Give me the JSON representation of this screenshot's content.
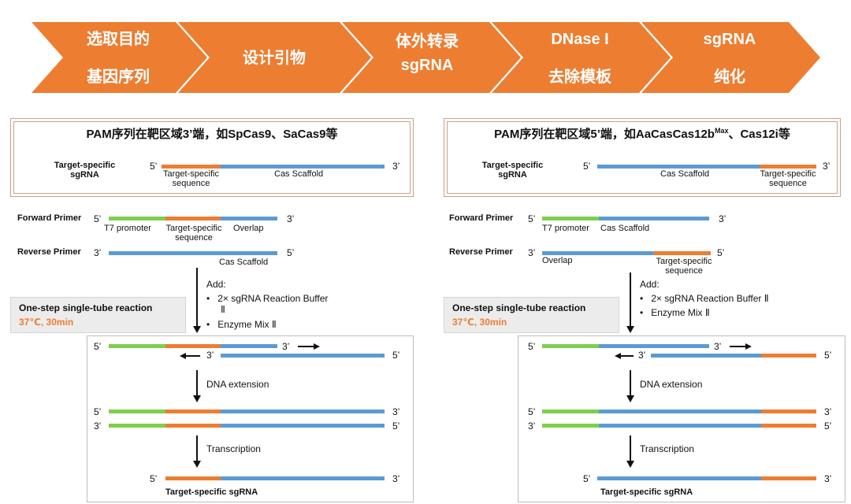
{
  "steps": [
    {
      "line1": "选取目的",
      "line2": "基因序列"
    },
    {
      "line1": "设计引物",
      "line2": ""
    },
    {
      "line1": "体外转录",
      "line2": "sgRNA"
    },
    {
      "line1": "DNase I",
      "line2": "去除模板"
    },
    {
      "line1": "sgRNA",
      "line2": "纯化"
    }
  ],
  "colors": {
    "chevron": "#ed7d31",
    "t7": "#7fcf4e",
    "target": "#ed7d31",
    "scaffold": "#5b9bd5"
  },
  "left": {
    "title": "PAM序列在靶区域3’端，如SpCas9、SaCas9等",
    "sg_label1": "Target-specific",
    "sg_label2": "sgRNA",
    "p5": "5’",
    "p3": "3’",
    "seg_target1": "Target-specific",
    "seg_target2": "sequence",
    "seg_scaffold": "Cas Scaffold",
    "fwd_label": "Forward Primer",
    "t7": "T7 promoter",
    "fwd_target1": "Target-specific",
    "fwd_target2": "sequence",
    "overlap": "Overlap",
    "rev_label": "Reverse Primer",
    "rev_scaffold": "Cas Scaffold",
    "add": "Add:",
    "add_item1a": "2× sgRNA Reaction Buffer",
    "add_item1b": "Ⅱ",
    "add_item2": "Enzyme Mix Ⅱ",
    "cond_title": "One-step single-tube reaction",
    "cond_temp": "37℃, 30min",
    "dna_ext": "DNA extension",
    "transcription": "Transcription",
    "result": "Target-specific sgRNA"
  },
  "right": {
    "title_main": "PAM序列在靶区域5’端，如AaCasCas12b",
    "title_sup": "Max",
    "title_tail": "、Cas12i等",
    "sg_label1": "Target-specific",
    "sg_label2": "sgRNA",
    "p5": "5’",
    "p3": "3’",
    "seg_scaffold": "Cas Scaffold",
    "seg_target1": "Target-specific",
    "seg_target2": "sequence",
    "fwd_label": "Forward Primer",
    "t7": "T7 promoter",
    "fwd_scaffold": "Cas Scaffold",
    "rev_label": "Reverse Primer",
    "overlap": "Overlap",
    "rev_target1": "Target-specific",
    "rev_target2": "sequence",
    "add": "Add:",
    "add_item1": "2× sgRNA Reaction Buffer Ⅱ",
    "add_item2": "Enzyme Mix Ⅱ",
    "cond_title": "One-step single-tube reaction",
    "cond_temp": "37℃, 30min",
    "dna_ext": "DNA extension",
    "transcription": "Transcription",
    "result": "Target-specific sgRNA"
  }
}
